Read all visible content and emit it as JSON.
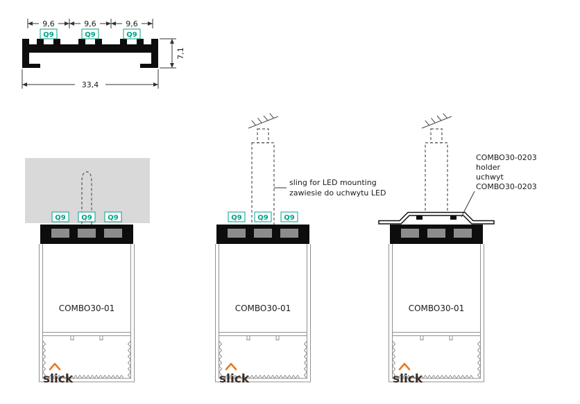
{
  "cross_section": {
    "dim_slot_1": "9,6",
    "dim_slot_2": "9,6",
    "dim_slot_3": "9,6",
    "dim_height": "7,1",
    "dim_width": "33,4"
  },
  "q9": {
    "label": "Q9"
  },
  "views": {
    "left": {
      "profile_label": "COMBO30-01"
    },
    "middle": {
      "profile_label": "COMBO30-01",
      "annotation_line1": "sling for LED mounting",
      "annotation_line2": "zawiesie do uchwytu LED"
    },
    "right": {
      "profile_label": "COMBO30-01",
      "annotation_line1": "COMBO30-0203",
      "annotation_line2": "holder",
      "annotation_line3": "uchwyt",
      "annotation_line4": "COMBO30-0203"
    }
  },
  "logo": {
    "text": "slick"
  },
  "colors": {
    "q9_teal": "#00A287",
    "logo_orange": "#E8791E",
    "ceiling_gray": "#D9D9D9",
    "insert_gray": "#8C8C8C"
  }
}
